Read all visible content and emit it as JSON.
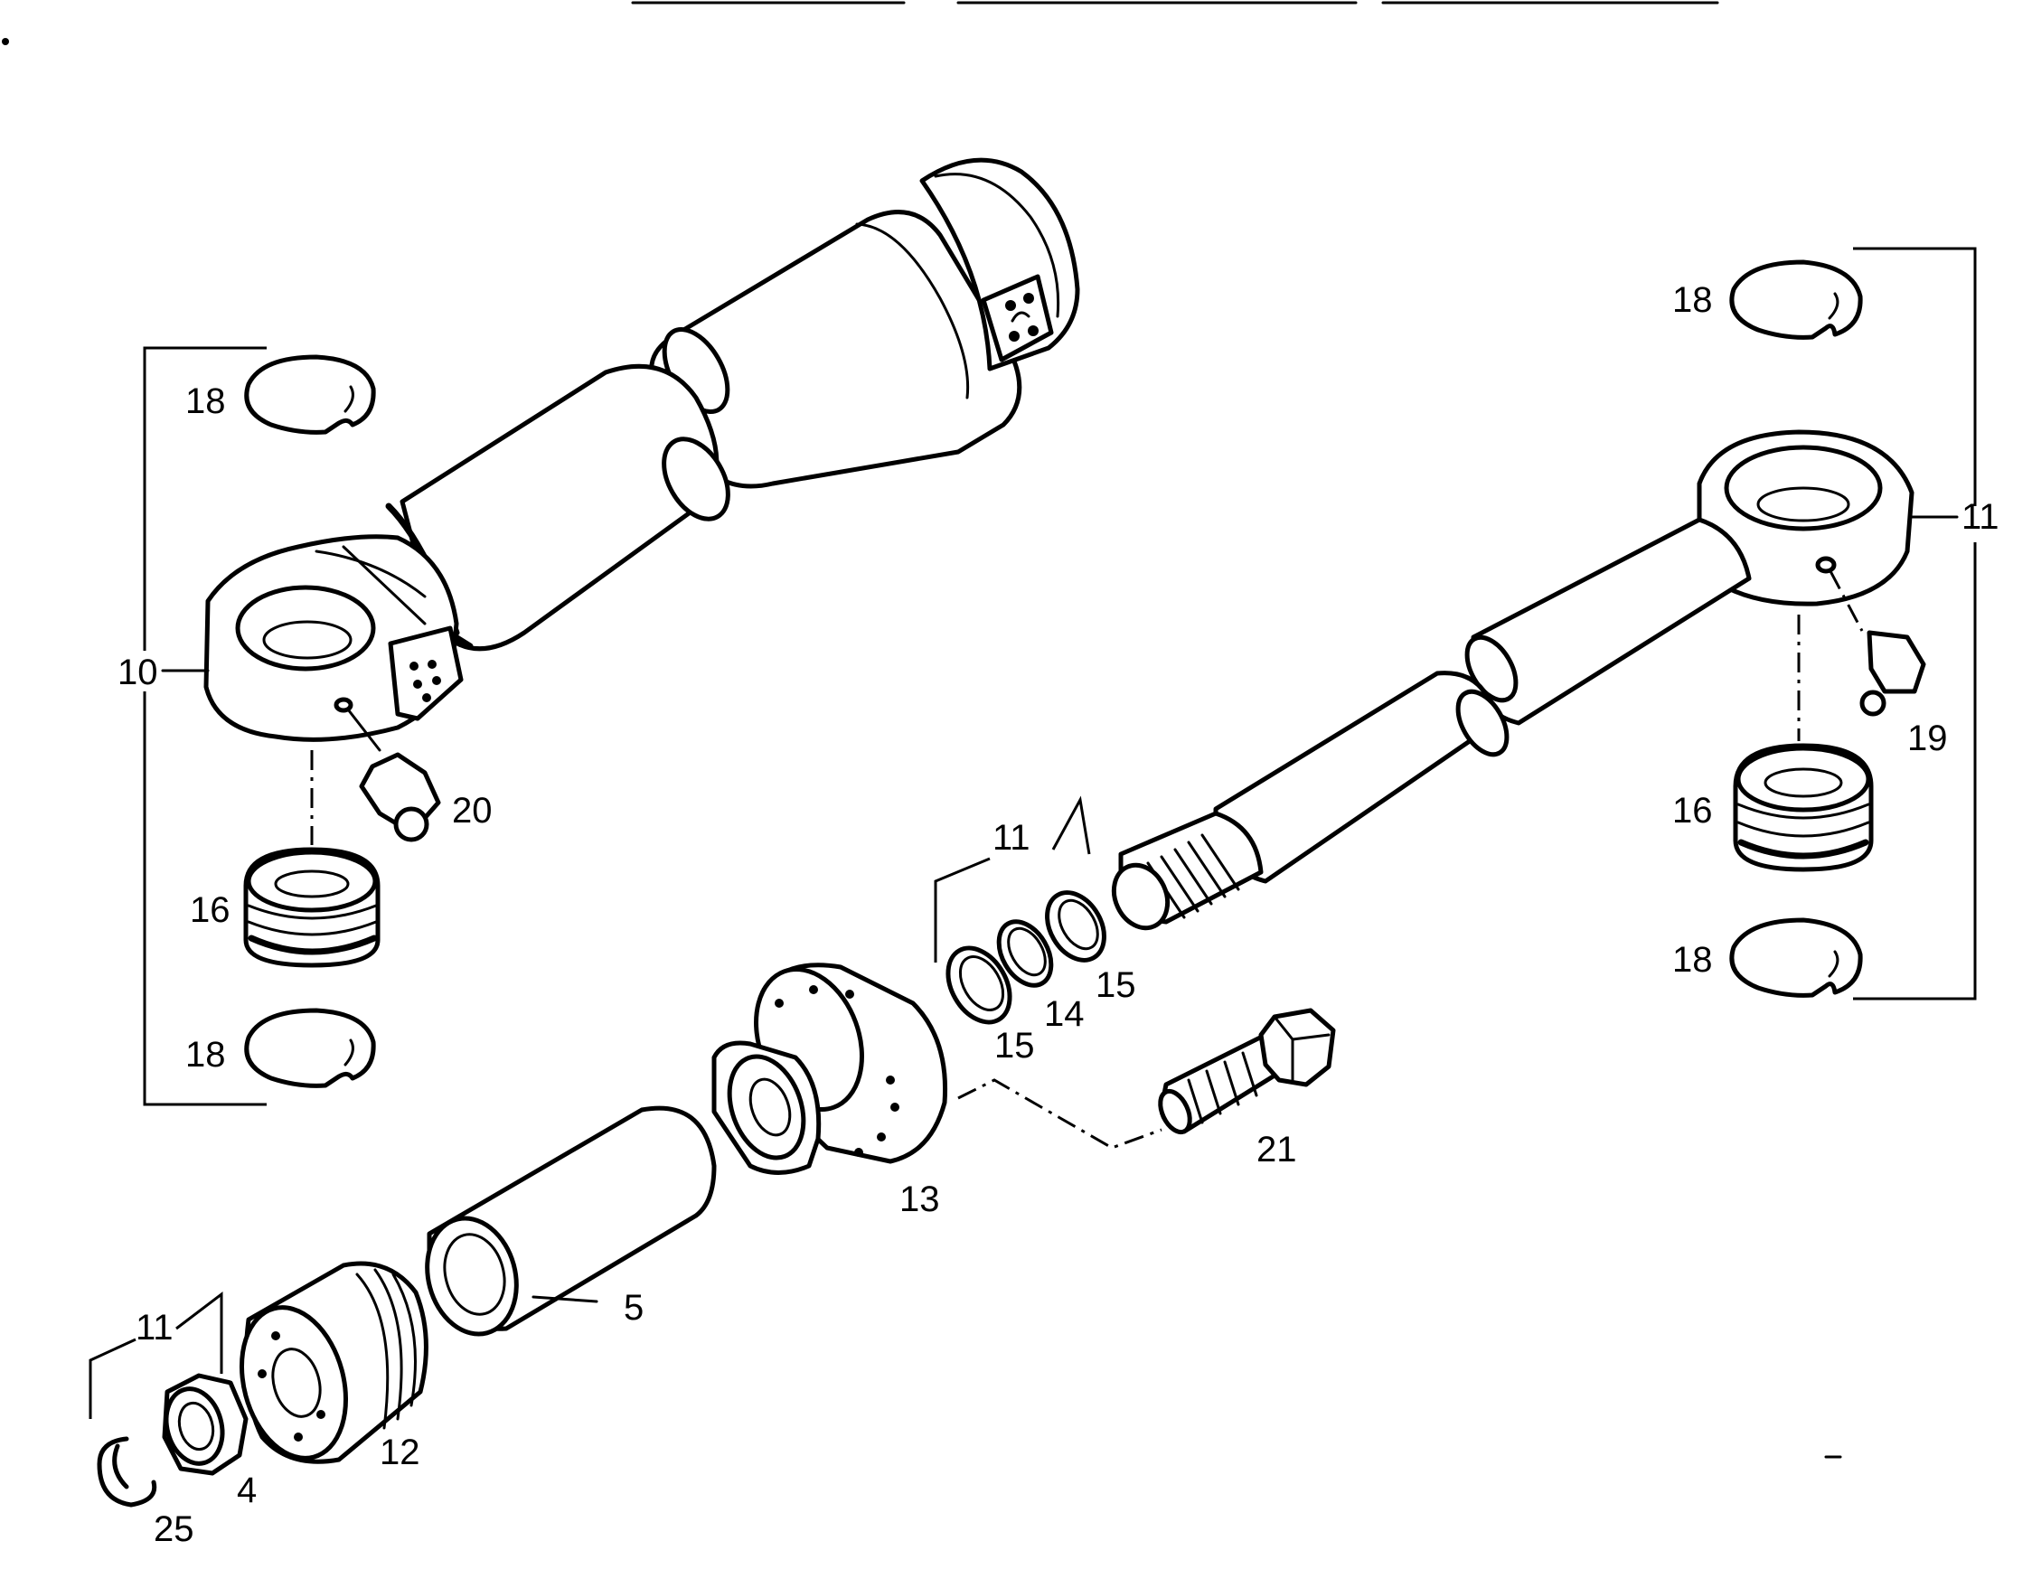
{
  "diagram": {
    "type": "exploded-parts-drawing",
    "colors": {
      "line": "#000000",
      "background": "#ffffff"
    },
    "callouts": {
      "c10": "10",
      "c18_left_top": "18",
      "c16_left": "16",
      "c18_left_bottom": "18",
      "c20": "20",
      "c11_right": "11",
      "c18_right_top": "18",
      "c19": "19",
      "c16_right": "16",
      "c18_right_bottom": "18",
      "c11_seals": "11",
      "c15_a": "15",
      "c14": "14",
      "c15_b": "15",
      "c13": "13",
      "c21": "21",
      "c5": "5",
      "c12": "12",
      "c11_nut": "11",
      "c4": "4",
      "c25": "25"
    }
  }
}
